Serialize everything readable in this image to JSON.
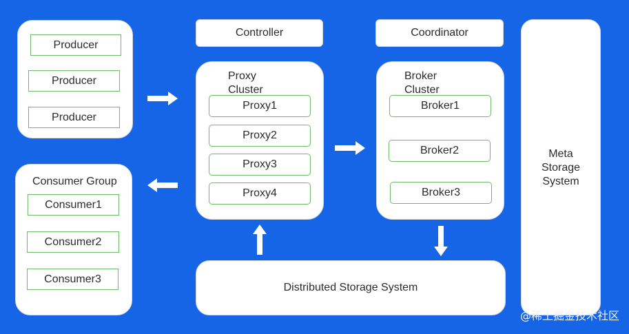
{
  "producers": {
    "items": [
      "Producer",
      "Producer",
      "Producer"
    ]
  },
  "consumer_group": {
    "title": "Consumer Group",
    "items": [
      "Consumer1",
      "Consumer2",
      "Consumer3"
    ]
  },
  "controller": {
    "label": "Controller"
  },
  "coordinator": {
    "label": "Coordinator"
  },
  "proxy_cluster": {
    "title_line1": "Proxy",
    "title_line2": "Cluster",
    "items": [
      "Proxy1",
      "Proxy2",
      "Proxy3",
      "Proxy4"
    ]
  },
  "broker_cluster": {
    "title_line1": "Broker",
    "title_line2": "Cluster",
    "items": [
      "Broker1",
      "Broker2",
      "Broker3"
    ]
  },
  "meta_storage": {
    "line1": "Meta",
    "line2": "Storage",
    "line3": "System"
  },
  "distributed_storage": {
    "label": "Distributed Storage System"
  },
  "watermark": {
    "text": "@稀土掘金技术社区"
  },
  "colors": {
    "background": "#1565e6",
    "box_border": "#6fb86a",
    "arrow": "#ffffff"
  }
}
